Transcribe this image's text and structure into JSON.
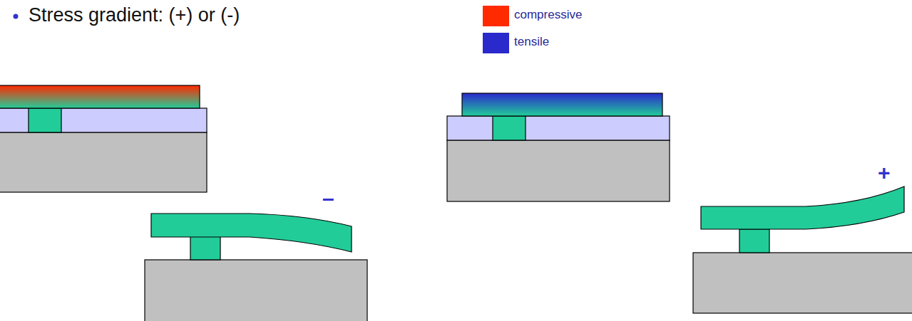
{
  "diagram": {
    "title": "Stress gradient: (+) or (-)",
    "labels": [
      "–",
      "+"
    ],
    "legend": [
      {
        "text": "compressive",
        "color": "#ff2a00"
      },
      {
        "text": "tensile",
        "color": "#2a2acc"
      }
    ]
  }
}
